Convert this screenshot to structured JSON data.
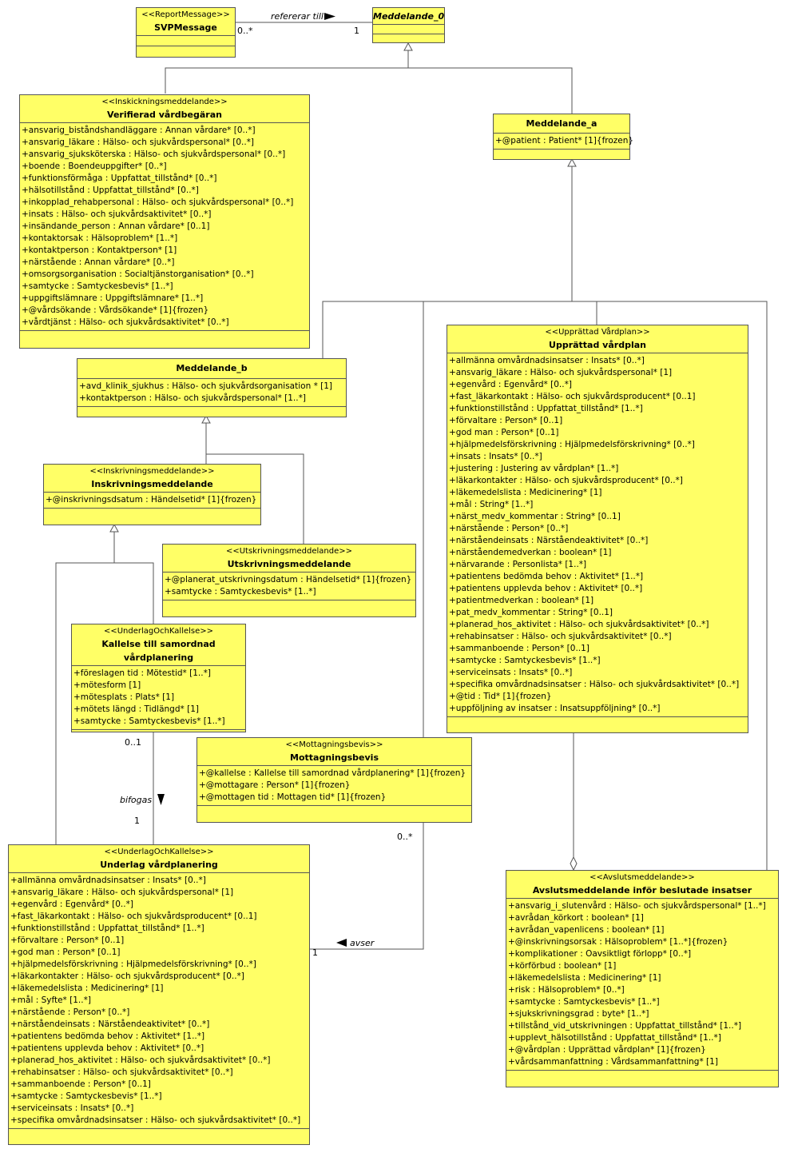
{
  "classes": {
    "svpmessage": {
      "stereotype": "<<ReportMessage>>",
      "name": "SVPMessage",
      "attributes": []
    },
    "meddelande_0": {
      "stereotype": "",
      "name": "Meddelande_0",
      "attributes": []
    },
    "verifierad": {
      "stereotype": "<<Inskickningsmeddelande>>",
      "name": "Verifierad vårdbegäran",
      "attributes": [
        "+ansvarig_biståndshandläggare : Annan vårdare* [0..*]",
        "+ansvarig_läkare : Hälso- och sjukvårdspersonal* [0..*]",
        "+ansvarig_sjuksköterska : Hälso- och sjukvårdspersonal* [0..*]",
        "+boende : Boendeuppgifter* [0..*]",
        "+funktionsförmåga : Uppfattat_tillstånd* [0..*]",
        "+hälsotillstånd : Uppfattat_tillstånd* [0..*]",
        "+inkopplad_rehabpersonal : Hälso- och sjukvårdspersonal* [0..*]",
        "+insats : Hälso- och sjukvårdsaktivitet* [0..*]",
        "+insändande_person : Annan vårdare* [0..1]",
        "+kontaktorsak : Hälsoproblem* [1..*]",
        "+kontaktperson : Kontaktperson* [1]",
        "+närstående : Annan vårdare* [0..*]",
        "+omsorgsorganisation : Socialtjänstorganisation* [0..*]",
        "+samtycke : Samtyckesbevis* [1..*]",
        "+uppgiftslämnare : Uppgiftslämnare* [1..*]",
        "+@vårdsökande : Vårdsökande* [1]{frozen}",
        "+vårdtjänst : Hälso- och sjukvårdsaktivitet* [0..*]"
      ]
    },
    "meddelande_a": {
      "stereotype": "",
      "name": "Meddelande_a",
      "attributes": [
        "+@patient : Patient* [1]{frozen}"
      ]
    },
    "meddelande_b": {
      "stereotype": "",
      "name": "Meddelande_b",
      "attributes": [
        "+avd_klinik_sjukhus : Hälso- och sjukvårdsorganisation * [1]",
        "+kontaktperson : Hälso- och sjukvårdspersonal* [1..*]"
      ]
    },
    "upprattad": {
      "stereotype": "<<Upprättad Vårdplan>>",
      "name": "Upprättad vårdplan",
      "attributes": [
        "+allmänna omvårdnadsinsatser : Insats* [0..*]",
        "+ansvarig_läkare : Hälso- och sjukvårdspersonal* [1]",
        "+egenvård : Egenvård* [0..*]",
        "+fast_läkarkontakt : Hälso- och sjukvårdsproducent* [0..1]",
        "+funktionstillstånd : Uppfattat_tillstånd* [1..*]",
        "+förvaltare : Person* [0..1]",
        "+god man : Person* [0..1]",
        "+hjälpmedelsförskrivning : Hjälpmedelsförskrivning* [0..*]",
        "+insats : Insats* [0..*]",
        "+justering : Justering av vårdplan* [1..*]",
        "+läkarkontakter : Hälso- och sjukvårdsproducent* [0..*]",
        "+läkemedelslista : Medicinering* [1]",
        "+mål : String* [1..*]",
        "+närst_medv_kommentar : String* [0..1]",
        "+närstående : Person* [0..*]",
        "+närståendeinsats : Närståendeaktivitet* [0..*]",
        "+närståendemedverkan : boolean* [1]",
        "+närvarande : Personlista* [1..*]",
        "+patientens bedömda behov : Aktivitet* [1..*]",
        "+patientens upplevda behov : Aktivitet* [0..*]",
        "+patientmedverkan : boolean* [1]",
        "+pat_medv_kommentar : String* [0..1]",
        "+planerad_hos_aktivitet : Hälso- och sjukvårdsaktivitet* [0..*]",
        "+rehabinsatser : Hälso- och sjukvårdsaktivitet* [0..*]",
        "+sammanboende : Person* [0..1]",
        "+samtycke : Samtyckesbevis* [1..*]",
        "+serviceinsats : Insats* [0..*]",
        "+specifika omvårdnadsinsatser : Hälso- och sjukvårdsaktivitet* [0..*]",
        "+@tid : Tid* [1]{frozen}",
        "+uppföljning av insatser : Insatsuppföljning* [0..*]"
      ]
    },
    "inskrivning": {
      "stereotype": "<<Inskrivningsmeddelande>>",
      "name": "Inskrivningsmeddelande",
      "attributes": [
        "+@inskrivningsdsatum : Händelsetid* [1]{frozen}"
      ]
    },
    "utskrivning": {
      "stereotype": "<<Utskrivningsmeddelande>>",
      "name": "Utskrivningsmeddelande",
      "attributes": [
        "+@planerat_utskrivningsdatum : Händelsetid* [1]{frozen}",
        "+samtycke : Samtyckesbevis* [1..*]"
      ]
    },
    "kallelse": {
      "stereotype": "<<UnderlagOchKallelse>>",
      "name": "Kallelse till samordnad vårdplanering",
      "attributes": [
        "+föreslagen tid : Mötestid* [1..*]",
        "+mötesform [1]",
        "+mötesplats : Plats* [1]",
        "+mötets längd : Tidlängd* [1]",
        "+samtycke : Samtyckesbevis* [1..*]"
      ]
    },
    "mottagning": {
      "stereotype": "<<Mottagningsbevis>>",
      "name": "Mottagningsbevis",
      "attributes": [
        "+@kallelse : Kallelse till samordnad vårdplanering* [1]{frozen}",
        "+@mottagare : Person* [1]{frozen}",
        "+@mottagen tid : Mottagen tid* [1]{frozen}"
      ]
    },
    "underlag": {
      "stereotype": "<<UnderlagOchKallelse>>",
      "name": "Underlag vårdplanering",
      "attributes": [
        "+allmänna omvårdnadsinsatser : Insats* [0..*]",
        "+ansvarig_läkare : Hälso- och sjukvårdspersonal* [1]",
        "+egenvård : Egenvård* [0..*]",
        "+fast_läkarkontakt : Hälso- och sjukvårdsproducent* [0..1]",
        "+funktionstillstånd : Uppfattat_tillstånd* [1..*]",
        "+förvaltare : Person* [0..1]",
        "+god man : Person* [0..1]",
        "+hjälpmedelsförskrivning : Hjälpmedelsförskrivning* [0..*]",
        "+läkarkontakter : Hälso- och sjukvårdsproducent* [0..*]",
        "+läkemedelslista : Medicinering* [1]",
        "+mål : Syfte* [1..*]",
        "+närstående : Person* [0..*]",
        "+närståendeinsats : Närståendeaktivitet* [0..*]",
        "+patientens bedömda behov : Aktivitet* [1..*]",
        "+patientens upplevda behov : Aktivitet* [0..*]",
        "+planerad_hos_aktivitet : Hälso- och sjukvårdsaktivitet* [0..*]",
        "+rehabinsatser : Hälso- och sjukvårdsaktivitet* [0..*]",
        "+sammanboende : Person* [0..1]",
        "+samtycke : Samtyckesbevis* [1..*]",
        "+serviceinsats : Insats* [0..*]",
        "+specifika omvårdnadsinsatser : Hälso- och sjukvårdsaktivitet* [0..*]"
      ]
    },
    "avsluts": {
      "stereotype": "<<Avslutsmeddelande>>",
      "name": "Avslutsmeddelande inför beslutade insatser",
      "attributes": [
        "+ansvarig_i_slutenvård : Hälso- och sjukvårdspersonal* [1..*]",
        "+avrådan_körkort : boolean* [1]",
        "+avrådan_vapenlicens : boolean* [1]",
        "+@inskrivningsorsak : Hälsoproblem* [1..*]{frozen}",
        "+komplikationer : Oavsiktligt förlopp* [0..*]",
        "+körförbud : boolean* [1]",
        "+läkemedelslista : Medicinering* [1]",
        "+risk : Hälsoproblem* [0..*]",
        "+samtycke : Samtyckesbevis* [1..*]",
        "+sjukskrivningsgrad : byte* [1..*]",
        "+tillstånd_vid_utskrivningen : Uppfattat_tillstånd* [1..*]",
        "+upplevt_hälsotillstånd : Uppfattat_tillstånd* [1..*]",
        "+@vårdplan : Upprättad vårdplan* [1]{frozen}",
        "+vårdsammanfattning : Vårdsammanfattning* [1]"
      ]
    }
  },
  "labels": {
    "refererar_till": "refererar till",
    "ref_mult_source": "0..*",
    "ref_mult_target": "1",
    "bifogas": "bifogas",
    "bifogas_mult_top": "0..1",
    "bifogas_mult_bottom": "1",
    "avser": "avser",
    "avser_mult_source": "0..*",
    "avser_mult_target": "1"
  }
}
